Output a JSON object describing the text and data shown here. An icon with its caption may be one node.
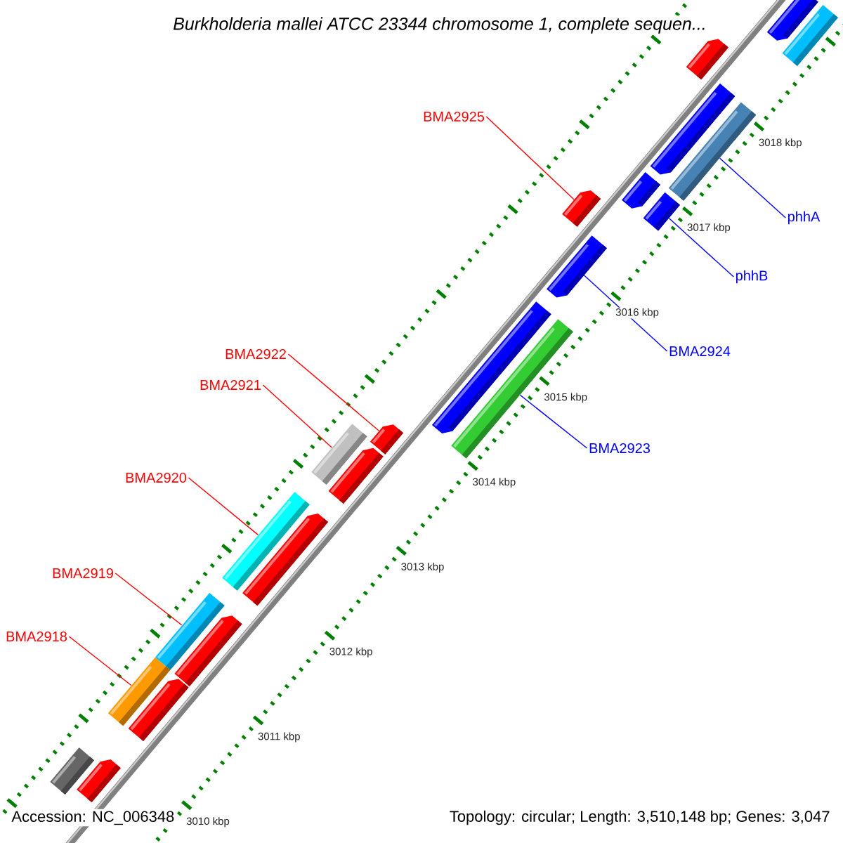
{
  "diagram": {
    "title": "Burkholderia mallei ATCC 23344 chromosome 1, complete sequen...",
    "nodes": [
      {
        "text": [
          "BMA2925"
        ]
      },
      {
        "text": [
          "phhA"
        ]
      },
      {
        "text": [
          "phhB"
        ]
      },
      {
        "text": [
          "BMA2924"
        ]
      },
      {
        "text": [
          "BMA2922"
        ]
      },
      {
        "text": [
          "BMA2921"
        ]
      },
      {
        "text": [
          "BMA2923"
        ]
      },
      {
        "text": [
          "BMA2920"
        ]
      },
      {
        "text": [
          "BMA2919"
        ]
      },
      {
        "text": [
          "BMA2918"
        ]
      },
      {
        "text": [],
        "shape": "pentagon"
      },
      {
        "text": [],
        "shape": "box"
      },
      {
        "text": [],
        "shape": "pentagon"
      },
      {
        "text": [],
        "shape": "pentagon"
      },
      {
        "text": [],
        "shape": "box"
      },
      {
        "text": [],
        "shape": "pentagon"
      },
      {
        "text": [],
        "shape": "pentagon"
      },
      {
        "text": [],
        "shape": "box"
      },
      {
        "text": [],
        "shape": "pentagon"
      },
      {
        "text": [],
        "shape": "pentagon"
      },
      {
        "text": [],
        "shape": "box"
      },
      {
        "text": [],
        "shape": "pentagon"
      },
      {
        "text": [],
        "shape": "box"
      },
      {
        "text": [],
        "shape": "pentagon"
      },
      {
        "text": [],
        "shape": "box"
      },
      {
        "text": [],
        "shape": "pentagon"
      },
      {
        "text": [],
        "shape": "box"
      },
      {
        "text": [],
        "shape": "pentagon"
      },
      {
        "text": [],
        "shape": "box"
      },
      {
        "text": [],
        "shape": "pentagon"
      },
      {
        "text": [],
        "shape": "box"
      },
      {
        "text": [],
        "shape": "pentagon"
      }
    ],
    "edges": [
      {
        "from": 0,
        "to": 16,
        "arrow": "none",
        "color": "#ff0000"
      },
      {
        "from": 1,
        "to": 14,
        "arrow": "none",
        "color": "#0000ff"
      },
      {
        "from": 2,
        "to": 17,
        "arrow": "none",
        "color": "#0000ff"
      },
      {
        "from": 3,
        "to": 18,
        "arrow": "none",
        "color": "#0000ff"
      },
      {
        "from": 4,
        "to": 21,
        "arrow": "none",
        "color": "#ff0000"
      },
      {
        "from": 5,
        "to": 22,
        "arrow": "none",
        "color": "#ff0000"
      },
      {
        "from": 6,
        "to": 20,
        "arrow": "none",
        "color": "#0000ff"
      },
      {
        "from": 7,
        "to": 24,
        "arrow": "none",
        "color": "#ff0000"
      },
      {
        "from": 8,
        "to": 26,
        "arrow": "none",
        "color": "#ff0000"
      },
      {
        "from": 9,
        "to": 28,
        "arrow": "none",
        "color": "#ff0000"
      }
    ],
    "labels": [
      "3018 kbp",
      "3017 kbp",
      "3016 kbp",
      "3015 kbp",
      "3014 kbp",
      "3013 kbp",
      "3012 kbp",
      "3011 kbp",
      "3010 kbp",
      "Accession: NC_006348",
      "Topology: circular; Length: 3,510,148 bp; Genes: 3,047"
    ]
  }
}
